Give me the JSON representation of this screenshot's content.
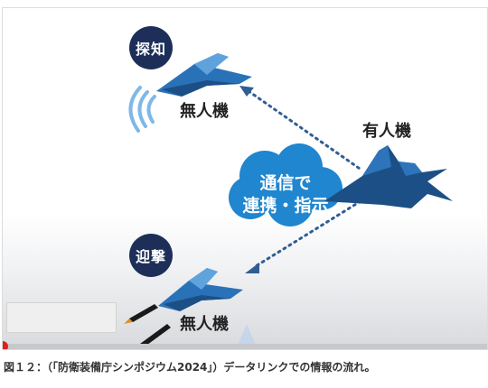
{
  "diagram": {
    "badge_detect": "探知",
    "badge_intercept": "迎撃",
    "label_drone_top": "無人機",
    "label_drone_bottom": "無人機",
    "label_manned": "有人機",
    "cloud_line1": "通信で",
    "cloud_line2": "連携・指示"
  },
  "caption": "図１２：（「防衛装備庁シンポジウム2024」）データリンクでの情報の流れ。",
  "colors": {
    "badge": "#1d2f58",
    "cloud": "#1f86cf",
    "aircraft": "#1b4f86",
    "link_dots": "#2f5e93"
  }
}
